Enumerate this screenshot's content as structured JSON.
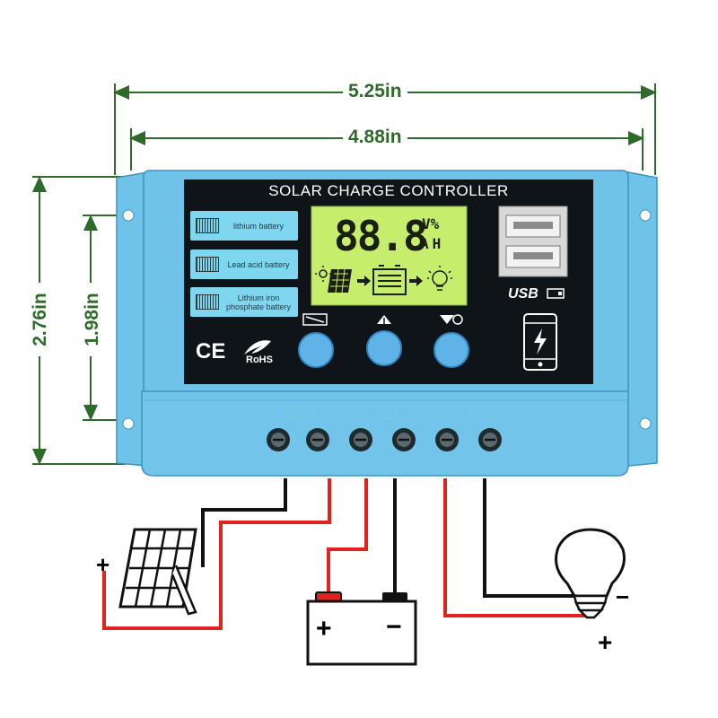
{
  "dimensions": {
    "outer_width": "5.25in",
    "inner_width": "4.88in",
    "outer_height": "2.76in",
    "inner_height": "1.98in"
  },
  "panel": {
    "title": "SOLAR CHARGE CONTROLLER",
    "battery_types": [
      {
        "label": "lithium battery"
      },
      {
        "label": "Lead acid battery"
      },
      {
        "label": "Lithium iron phosphate battery"
      }
    ],
    "lcd": {
      "digits": "88.8",
      "unit_top": "V%",
      "unit_bottom": "AH"
    },
    "usb_label": "USB",
    "ce_mark": "CE",
    "rohs_mark": "RoHS"
  },
  "wiring": {
    "panel_plus": "+",
    "battery_plus": "+",
    "battery_minus": "−",
    "load_minus": "−",
    "load_plus": "+"
  },
  "colors": {
    "housing": "#6fc2e8",
    "housing_dark": "#4aa3d0",
    "face": "#0e1418",
    "lcd": "#c6ee6c",
    "label_green": "#2e6b2a",
    "wire_red": "#e0231f",
    "wire_black": "#111111"
  }
}
